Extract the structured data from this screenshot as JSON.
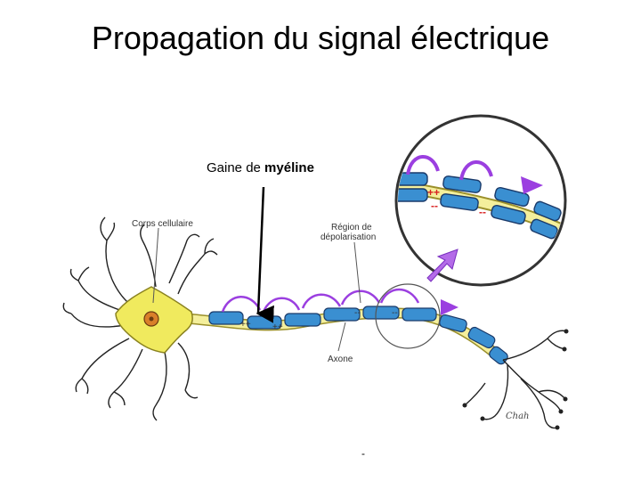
{
  "slide": {
    "title": "Propagation du signal électrique",
    "myelin_label_prefix": "Gaine de ",
    "myelin_label_bold": "myéline",
    "footer_mark": "-"
  },
  "diagram": {
    "labels": {
      "cell_body": "Corps cellulaire",
      "depolarization_line1": "Région de",
      "depolarization_line2": "dépolarisation",
      "axon": "Axone",
      "signature": "Chah"
    },
    "charges": {
      "positive": "++",
      "negative": "--"
    },
    "colors": {
      "soma": "#f0ea5e",
      "myelin": "#3a8fd1",
      "axon": "#f4ef9c",
      "arrow": "#9b3fe0",
      "charge": "#d82020"
    }
  }
}
